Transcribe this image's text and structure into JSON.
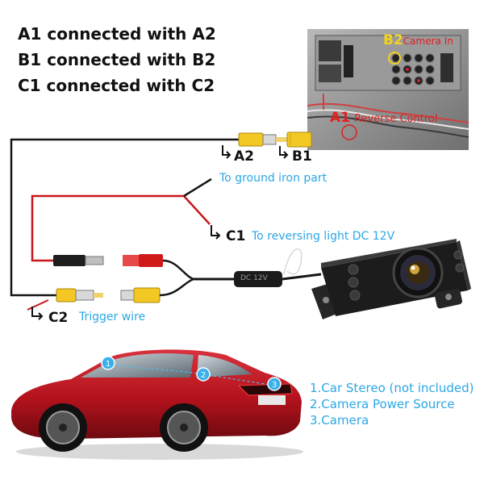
{
  "connections": [
    "A1 connected with A2",
    "B1 connected with B2",
    "C1 connected with C2"
  ],
  "photo": {
    "b2_code": "B2",
    "b2_text": "Camera In",
    "a1_code": "A1",
    "a1_text": "Reverse Control"
  },
  "labels": {
    "a2": "A2",
    "b1": "B1",
    "ground": "To ground iron part",
    "c1": "C1",
    "c1_text": "To reversing light DC 12V",
    "c2": "C2",
    "c2_text": "Trigger wire",
    "filter": "DC 12V"
  },
  "car_markers": [
    "1",
    "2",
    "3"
  ],
  "legend": [
    "1.Car Stereo (not included)",
    "2.Camera Power Source",
    "3.Camera"
  ],
  "colors": {
    "accent_blue": "#2aa7e6",
    "photo_label_red": "#e02020",
    "photo_label_yellow": "#f2d21e",
    "wire_black": "#151515",
    "wire_red": "#c8171b",
    "rca_yellow": "#f3c824",
    "car_red": "#b3121c"
  }
}
